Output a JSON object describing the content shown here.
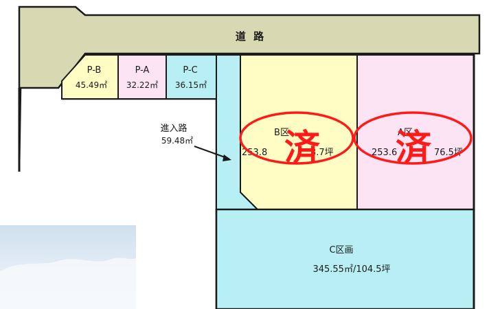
{
  "road": {
    "label": "道 路",
    "color": "#d6d9b1"
  },
  "parking": [
    {
      "id": "pb",
      "name": "P-B",
      "area": "45.49㎡",
      "color": "#fffdc4"
    },
    {
      "id": "pa",
      "name": "P-A",
      "area": "32.22㎡",
      "color": "#fde4f4"
    },
    {
      "id": "pc",
      "name": "P-C",
      "area": "36.15㎡",
      "color": "#b8eff4"
    }
  ],
  "access_road": {
    "name": "進入路",
    "area": "59.48㎡",
    "color": "#b8eff4"
  },
  "lots": [
    {
      "id": "b",
      "name": "B区",
      "area": "253.8",
      "area_tail": "3.7坪",
      "status": "済",
      "color": "#fffdc4"
    },
    {
      "id": "a",
      "name": "A区",
      "area": "253.6",
      "area_tail": "76.5坪",
      "status": "済",
      "color": "#fde4f4"
    },
    {
      "id": "c",
      "name": "C区画",
      "area": "345.55㎡/104.5坪",
      "color": "#b8eff4"
    }
  ],
  "colors": {
    "sold_mark": "#ff1a1a",
    "outline": "#1a1a1a",
    "background_lot": "#ffffff",
    "sky": "#d8e6f1"
  }
}
